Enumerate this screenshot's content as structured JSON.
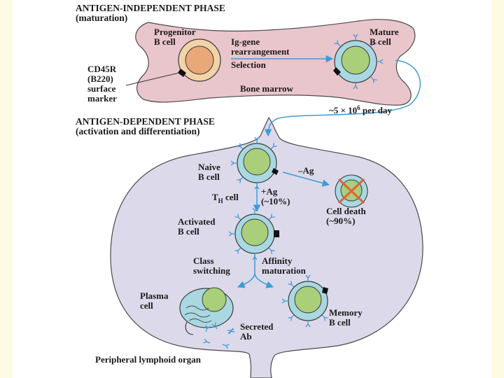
{
  "independent": {
    "title": "ANTIGEN-INDEPENDENT PHASE",
    "subtitle": "(maturation)",
    "progenitor": [
      "Progenitor",
      "B cell"
    ],
    "iggene": [
      "Ig-gene",
      "rearrangement"
    ],
    "selection": "Selection",
    "mature": [
      "Mature",
      "B cell"
    ],
    "cd45r": [
      "CD45R",
      "(B220)",
      "surface",
      "marker"
    ],
    "location": "Bone marrow",
    "rate_prefix": "~5 × 10",
    "rate_exp": "6",
    "rate_suffix": " per day"
  },
  "dependent": {
    "title": "ANTIGEN-DEPENDENT PHASE",
    "subtitle": "(activation and differentiation)",
    "naive": [
      "Naive",
      "B cell"
    ],
    "minus_ag": "–Ag",
    "th_main": "T",
    "th_sub": "H",
    "th_rest": " cell",
    "plus_ag": [
      "+Ag",
      "(~10%)"
    ],
    "cell_death": [
      "Cell death",
      "(~90%)"
    ],
    "activated": [
      "Activated",
      "B cell"
    ],
    "class_switch": [
      "Class",
      "switching"
    ],
    "affinity": [
      "Affinity",
      "maturation"
    ],
    "plasma": [
      "Plasma",
      "cell"
    ],
    "secreted": [
      "Secreted",
      "Ab"
    ],
    "memory": [
      "Memory",
      "B cell"
    ],
    "location": "Peripheral lymphoid organ"
  },
  "colors": {
    "bone_marrow": "#e9c5cc",
    "lymphoid": "#dcd9ea",
    "cell_ring": "#a9d8e2",
    "nucleus": "#a9cf7a",
    "progenitor_fill": "#f2d3a8",
    "arrow": "#3e9bd6",
    "death_x": "#e0623f"
  }
}
